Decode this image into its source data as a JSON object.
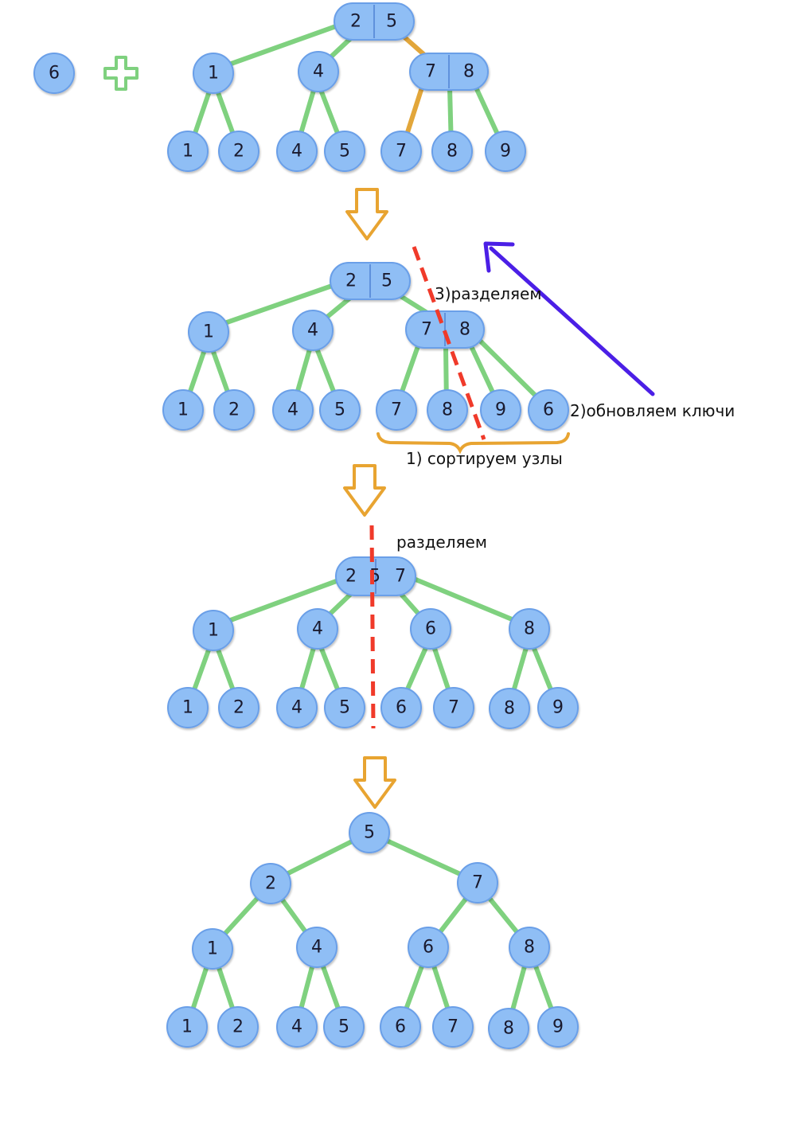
{
  "colors": {
    "node_fill": "#8fbef5",
    "node_stroke": "#6a9fe8",
    "node_divider": "#5f91dc",
    "edge": "#7fd17f",
    "edge_highlight": "#e2a63a",
    "arrow_down": "#e8a431",
    "split_line": "#f03a2a",
    "key_arrow": "#4b1fe6",
    "plus": "#7fd17f"
  },
  "icons": {
    "plus": "plus-icon",
    "down_arrow": "down-arrow-icon",
    "key_arrow": "arrow-icon"
  },
  "stage1": {
    "insert_value": "6",
    "root": [
      "2",
      "5"
    ],
    "level1": [
      "1",
      "4",
      "7|8"
    ],
    "leaves": [
      "1",
      "2",
      "4",
      "5",
      "7",
      "8",
      "9"
    ]
  },
  "stage2": {
    "root": [
      "2",
      "5"
    ],
    "level1": [
      "1",
      "4",
      "7|8"
    ],
    "leaves": [
      "1",
      "2",
      "4",
      "5",
      "7",
      "8",
      "9",
      "6"
    ],
    "label_split": "3)разделяем",
    "label_update_keys": "2)обновляем ключи",
    "label_sort_nodes": "1) сортируем узлы"
  },
  "stage3": {
    "root": [
      "2",
      "5",
      "7"
    ],
    "level1": [
      "1",
      "4",
      "6",
      "8"
    ],
    "leaves": [
      "1",
      "2",
      "4",
      "5",
      "6",
      "7",
      "8",
      "9"
    ],
    "label_split": "разделяем"
  },
  "stage4": {
    "root": "5",
    "level1": [
      "2",
      "7"
    ],
    "level2": [
      "1",
      "4",
      "6",
      "8"
    ],
    "leaves": [
      "1",
      "2",
      "4",
      "5",
      "6",
      "7",
      "8",
      "9"
    ]
  }
}
